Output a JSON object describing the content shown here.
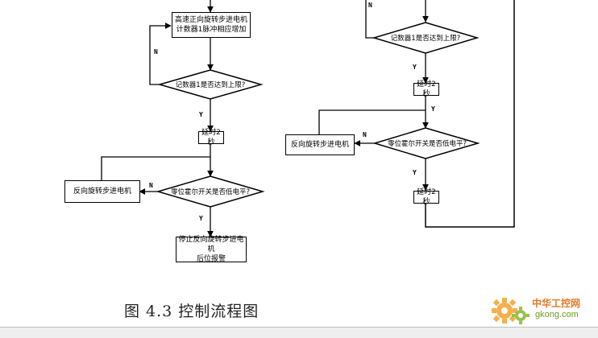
{
  "left": {
    "step_increase": "高速正向旋转步进电机\n计数器1脉冲相应增加",
    "decision_counter": "记数器1是否达到上限?",
    "delay": "延时2秒",
    "decision_hall": "零位霍尔开关是否低电平?",
    "reverse_motor": "反向旋转步进电机",
    "stop_alarm": "停止反向旋转步进电机\n后位报警",
    "labels": {
      "no1": "N",
      "yes1": "Y",
      "no2": "N",
      "yes2": "Y"
    }
  },
  "right": {
    "decision_counter": "记数器1是否达到上限?",
    "delay1": "延时2秒",
    "decision_hall": "零位霍尔开关是否低电平?",
    "reverse_motor": "反向旋转步进电机",
    "delay2": "延时2秒",
    "labels": {
      "no_top": "N",
      "yes1": "Y",
      "yes_mid": "Y",
      "no2": "N",
      "yes2": "Y"
    }
  },
  "caption": "图 4.3 控制流程图",
  "watermark": {
    "name": "中华工控网",
    "url": "gkong.com"
  }
}
